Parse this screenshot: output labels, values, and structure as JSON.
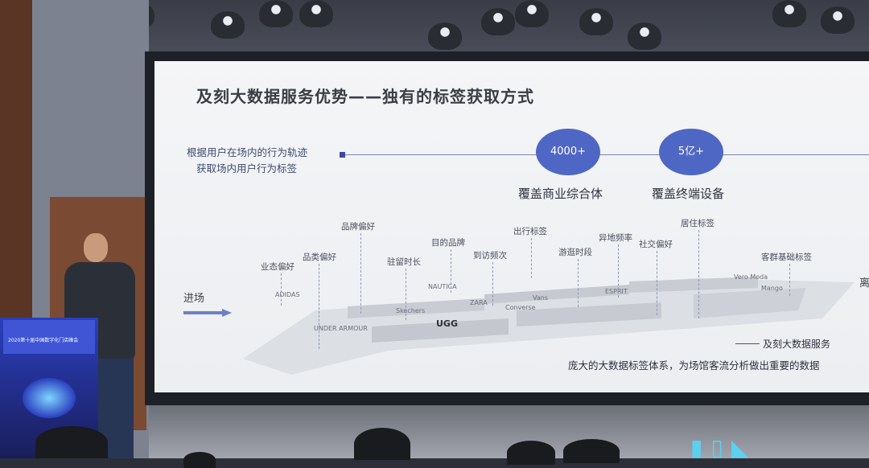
{
  "slide": {
    "title": "及刻大数据服务优势——独有的标签获取方式",
    "description_line1": "根据用户在场内的行为轨迹",
    "description_line2": "获取场内用户行为标签",
    "stat1": {
      "value": "4000+",
      "label": "覆盖商业综合体"
    },
    "stat2": {
      "value": "5亿+",
      "label": "覆盖终端设备"
    },
    "entry_label": "进场",
    "right_edge_fragment": "离",
    "tags": [
      "业态偏好",
      "品类偏好",
      "品牌偏好",
      "驻留时长",
      "目的品牌",
      "到访频次",
      "出行标签",
      "游逛时段",
      "异地频率",
      "社交偏好",
      "居住标签",
      "客群基础标签"
    ],
    "brands": [
      "UGG",
      "UNDER ARMOUR",
      "Skechers",
      "ADIDAS",
      "NAUTICA",
      "ZARA",
      "Converse",
      "Vans",
      "Vero Moda",
      "ESPRIT",
      "Mango"
    ],
    "signature": "及刻大数据服务",
    "caption": "庞大的大数据标签体系，为场馆客流分析做出重要的数据"
  },
  "podium": {
    "text": "2020第十届中国数字化门店峰会"
  },
  "colors": {
    "accent": "#4f67c4",
    "slide_bg": "#f4f5f7",
    "podium": "#2a3fbf"
  }
}
